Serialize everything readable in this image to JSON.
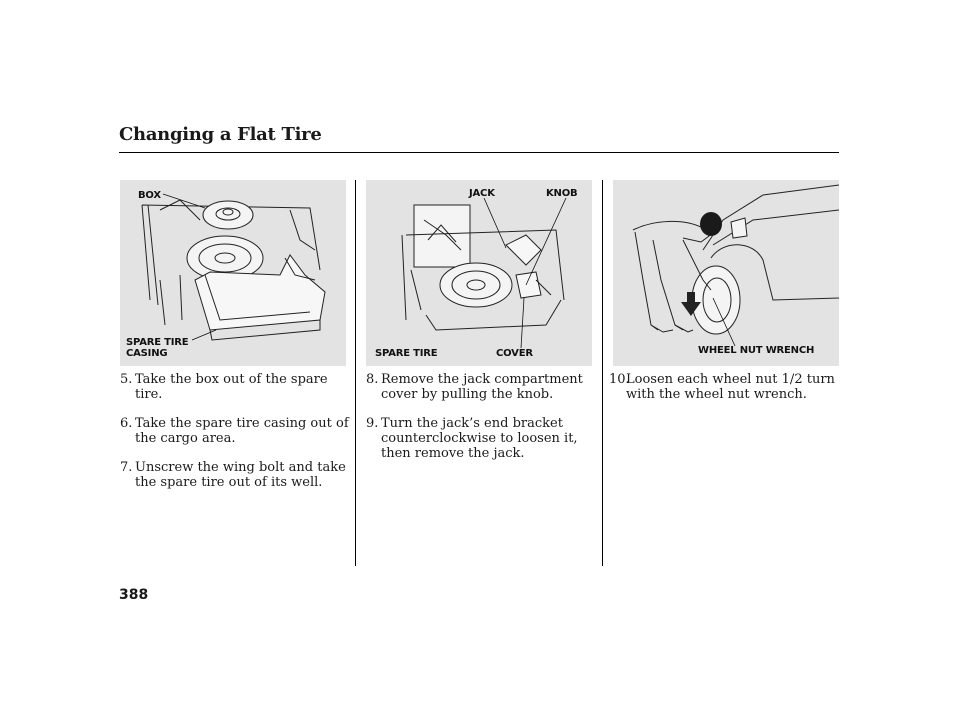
{
  "page": {
    "title": "Changing a Flat Tire",
    "page_number": "388"
  },
  "figures": [
    {
      "labels": [
        "BOX",
        "SPARE TIRE",
        "CASING"
      ]
    },
    {
      "labels": [
        "JACK",
        "KNOB",
        "SPARE TIRE",
        "COVER"
      ]
    },
    {
      "labels": [
        "WHEEL NUT WRENCH"
      ]
    }
  ],
  "columns": [
    {
      "steps": [
        {
          "num": "5.",
          "text": "Take the box out of the spare tire."
        },
        {
          "num": "6.",
          "text": "Take the spare tire casing out of the cargo area."
        },
        {
          "num": "7.",
          "text": "Unscrew the wing bolt and take the spare tire out of its well."
        }
      ]
    },
    {
      "steps": [
        {
          "num": "8.",
          "text": "Remove the jack compartment cover by pulling the knob."
        },
        {
          "num": "9.",
          "text": "Turn the jack’s end bracket counterclockwise to loosen it, then remove the jack."
        }
      ]
    },
    {
      "steps": [
        {
          "num": "10.",
          "text": "Loosen each wheel nut 1/2 turn with the wheel nut wrench."
        }
      ]
    }
  ]
}
